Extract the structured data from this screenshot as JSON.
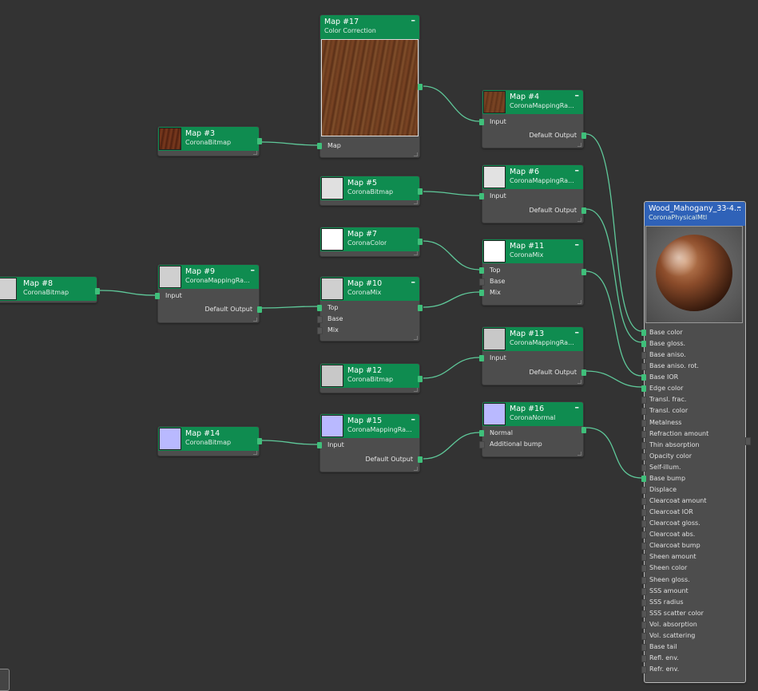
{
  "nodes": {
    "map17": {
      "title": "Map #17",
      "sub": "Color Correction",
      "slots": [
        "Map"
      ]
    },
    "map3": {
      "title": "Map #3",
      "sub": "CoronaBitmap"
    },
    "map4": {
      "title": "Map #4",
      "sub": "CoronaMappingRa...",
      "slots": [
        "Input",
        "Default Output"
      ]
    },
    "map5": {
      "title": "Map #5",
      "sub": "CoronaBitmap"
    },
    "map6": {
      "title": "Map #6",
      "sub": "CoronaMappingRa...",
      "slots": [
        "Input",
        "Default Output"
      ]
    },
    "map7": {
      "title": "Map #7",
      "sub": "CoronaColor"
    },
    "map11": {
      "title": "Map #11",
      "sub": "CoronaMix",
      "slots": [
        "Top",
        "Base",
        "Mix"
      ]
    },
    "map8": {
      "title": "Map #8",
      "sub": "CoronaBitmap"
    },
    "map9": {
      "title": "Map #9",
      "sub": "CoronaMappingRa...",
      "slots": [
        "Input",
        "Default Output"
      ]
    },
    "map10": {
      "title": "Map #10",
      "sub": "CoronaMix",
      "slots": [
        "Top",
        "Base",
        "Mix"
      ]
    },
    "map12": {
      "title": "Map #12",
      "sub": "CoronaBitmap"
    },
    "map13": {
      "title": "Map #13",
      "sub": "CoronaMappingRa...",
      "slots": [
        "Input",
        "Default Output"
      ]
    },
    "map14": {
      "title": "Map #14",
      "sub": "CoronaBitmap"
    },
    "map15": {
      "title": "Map #15",
      "sub": "CoronaMappingRa...",
      "slots": [
        "Input",
        "Default Output"
      ]
    },
    "map16": {
      "title": "Map #16",
      "sub": "CoronaNormal",
      "slots": [
        "Normal",
        "Additional bump"
      ]
    }
  },
  "material": {
    "title": "Wood_Mahogany_33-4...",
    "sub": "CoronaPhysicalMtl",
    "slots": [
      "Base color",
      "Base gloss.",
      "Base aniso.",
      "Base aniso. rot.",
      "Base IOR",
      "Edge color",
      "Transl. frac.",
      "Transl. color",
      "Metalness",
      "Refraction amount",
      "Thin absorption",
      "Opacity color",
      "Self-illum.",
      "Base bump",
      "Displace",
      "Clearcoat amount",
      "Clearcoat IOR",
      "Clearcoat gloss.",
      "Clearcoat abs.",
      "Clearcoat bump",
      "Sheen amount",
      "Sheen color",
      "Sheen gloss.",
      "SSS amount",
      "SSS radius",
      "SSS scatter color",
      "Vol. absorption",
      "Vol. scattering",
      "Base tail",
      "Refl. env.",
      "Refr. env."
    ]
  },
  "collapse_symbol": "–",
  "colors": {
    "node_header": "#0f8c50",
    "material_header": "#2f62b8",
    "wire": "#4fc38a",
    "canvas": "#333333"
  }
}
